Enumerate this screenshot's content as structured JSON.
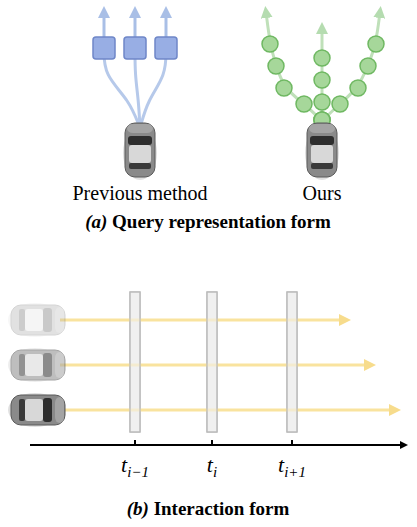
{
  "diagram": {
    "labels": [
      "Previous method",
      "Ours",
      "(a) Query representation form",
      "ti−1",
      "ti",
      "ti+1",
      "(b) Interaction form"
    ]
  }
}
